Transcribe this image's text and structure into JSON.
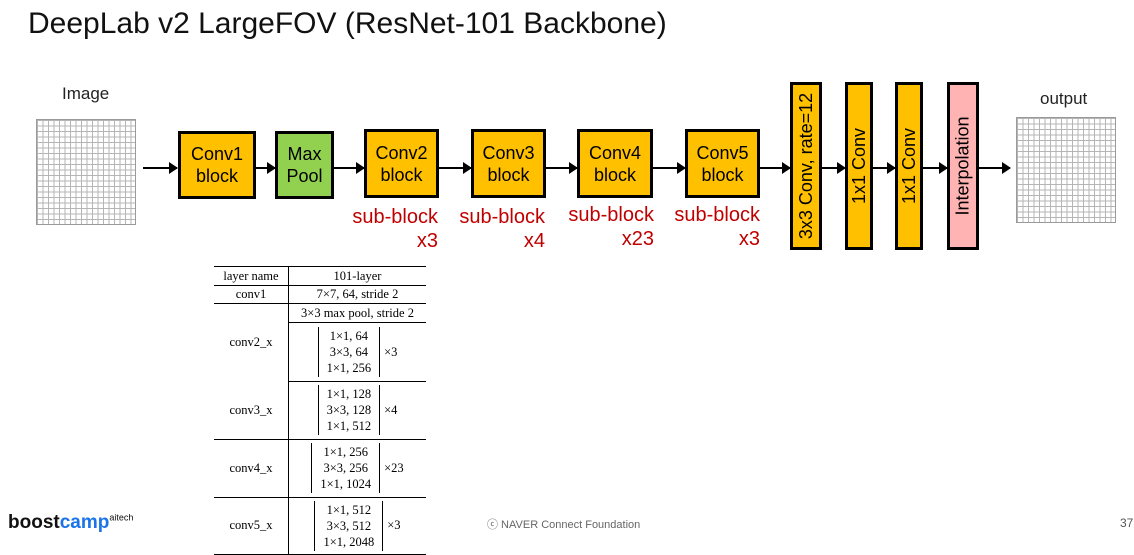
{
  "title": "DeepLab v2 LargeFOV (ResNet-101 Backbone)",
  "labels": {
    "image": "Image",
    "output": "output"
  },
  "blocks": {
    "conv1": "Conv1\nblock",
    "maxpool": "Max\nPool",
    "conv2": "Conv2\nblock",
    "conv3": "Conv3\nblock",
    "conv4": "Conv4\nblock",
    "conv5": "Conv5\nblock",
    "atrous": "3x3 Conv, rate=12",
    "conv1x1_a": "1x1 Conv",
    "conv1x1_b": "1x1 Conv",
    "interp": "Interpolation"
  },
  "subblocks": {
    "conv2": "sub-block\nx3",
    "conv3": "sub-block\nx4",
    "conv4": "sub-block\nx23",
    "conv5": "sub-block\nx3"
  },
  "table": {
    "headers": [
      "layer name",
      "101-layer"
    ],
    "conv1": {
      "name": "conv1",
      "value": "7×7, 64, stride 2"
    },
    "maxpool": "3×3 max pool, stride 2",
    "rows": [
      {
        "name": "conv2_x",
        "lines": [
          "1×1, 64",
          "3×3, 64",
          "1×1, 256"
        ],
        "mult": "×3"
      },
      {
        "name": "conv3_x",
        "lines": [
          "1×1, 128",
          "3×3, 128",
          "1×1, 512"
        ],
        "mult": "×4"
      },
      {
        "name": "conv4_x",
        "lines": [
          "1×1, 256",
          "3×3, 256",
          "1×1, 1024"
        ],
        "mult": "×23"
      },
      {
        "name": "conv5_x",
        "lines": [
          "1×1, 512",
          "3×3, 512",
          "1×1, 2048"
        ],
        "mult": "×3"
      }
    ]
  },
  "footer": {
    "logo_main": "boost",
    "logo_camp": "camp",
    "logo_sup": "aitech",
    "copyright": "ⓒ  NAVER Connect Foundation",
    "page": "37"
  },
  "colors": {
    "block": "#ffc000",
    "pool": "#92d050",
    "interp": "#ffb3b3",
    "subblock_text": "#c00000"
  }
}
